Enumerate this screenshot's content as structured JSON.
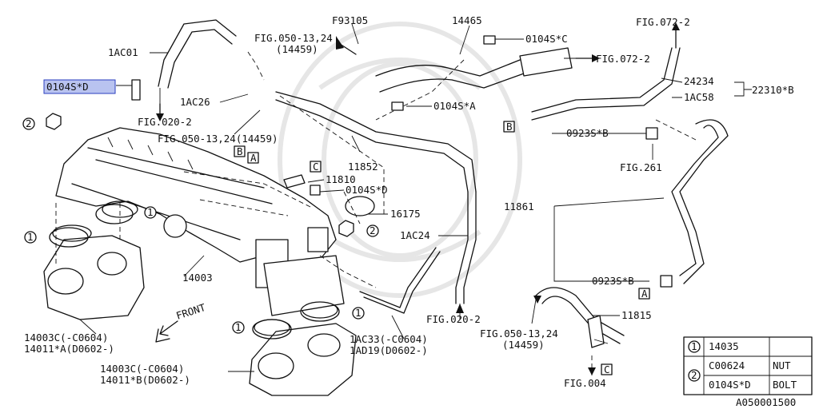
{
  "selected_part": "0104S*D",
  "labels": {
    "f93105": "F93105",
    "p14465": "14465",
    "fig072_top": "FIG.072-2",
    "ac01": "1AC01",
    "fig050_a1": "FIG.050-13,24",
    "fig050_a2": "(14459)",
    "bolt_c": "0104S*C",
    "fig072_mid": "FIG.072-2",
    "p24234": "24234",
    "p22310": "22310*B",
    "ac58": "1AC58",
    "ac26": "1AC26",
    "bolt_a": "0104S*A",
    "fig020_a": "FIG.020-2",
    "fig050_b": "FIG.050-13,24(14459)",
    "ref_b1": "B",
    "ref_a1": "A",
    "ref_b2": "B",
    "bolt_b1": "0923S*B",
    "fig261": "FIG.261",
    "p11852": "11852",
    "ref_c1": "C",
    "p11810": "11810",
    "bolt_d2": "0104S*D",
    "p16175": "16175",
    "p11861": "11861",
    "ac24": "1AC24",
    "p14003": "14003",
    "bolt_b2": "0923S*B",
    "ref_a2": "A",
    "front": "FRONT",
    "fig020_b": "FIG.020-2",
    "p11815": "11815",
    "fig050_c1": "FIG.050-13,24",
    "fig050_c2": "(14459)",
    "ac33": "1AC33(-C0604)",
    "ad19": "1AD19(D0602-)",
    "ref_c2": "C",
    "left_a1": "14003C(-C0604)",
    "left_a2": "14011*A(D0602-)",
    "left_b1": "14003C(-C0604)",
    "left_b2": "14011*B(D0602-)",
    "fig004": "FIG.004",
    "drawing_no": "A050001500"
  },
  "callouts": [
    "1",
    "2"
  ],
  "legend": {
    "rows": [
      {
        "mark": "1",
        "part": "14035",
        "desc": ""
      },
      {
        "mark": "2",
        "part": "C00624",
        "desc": "NUT"
      },
      {
        "mark": "",
        "part": "0104S*D",
        "desc": "BOLT"
      }
    ]
  }
}
